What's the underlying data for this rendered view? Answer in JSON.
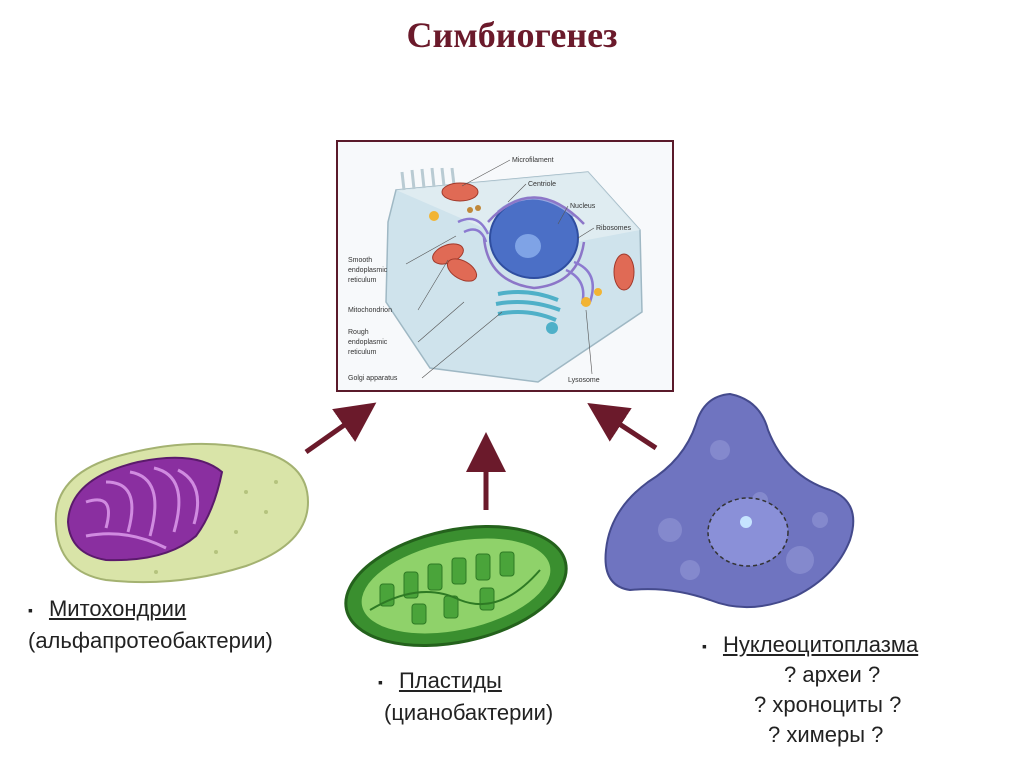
{
  "title": "Симбиогенез",
  "cell_labels": {
    "microfilament": "Microfilament",
    "centriole": "Centriole",
    "nucleus": "Nucleus",
    "ribosomes": "Ribosomes",
    "smooth_er_1": "Smooth",
    "smooth_er_2": "endoplasmic",
    "smooth_er_3": "reticulum",
    "mitochondrion": "Mitochondrion",
    "rough_er_1": "Rough",
    "rough_er_2": "endoplasmic",
    "rough_er_3": "reticulum",
    "golgi": "Golgi apparatus",
    "lysosome": "Lysosome"
  },
  "mitochondria": {
    "bullet": "▪",
    "name": "Митохондрии",
    "origin": "(альфапротеобактерии)"
  },
  "plastids": {
    "bullet": "▪",
    "name": "Пластиды",
    "origin": "(цианобактерии)"
  },
  "nucleocytoplasm": {
    "bullet": "▪",
    "name": "Нуклеоцитоплазма",
    "line1": "? археи ?",
    "line2": "? хроноциты ?",
    "line3": "? химеры ?"
  },
  "colors": {
    "title": "#6b1a2b",
    "arrow": "#6b1a2b",
    "frame": "#5a1a2a"
  }
}
